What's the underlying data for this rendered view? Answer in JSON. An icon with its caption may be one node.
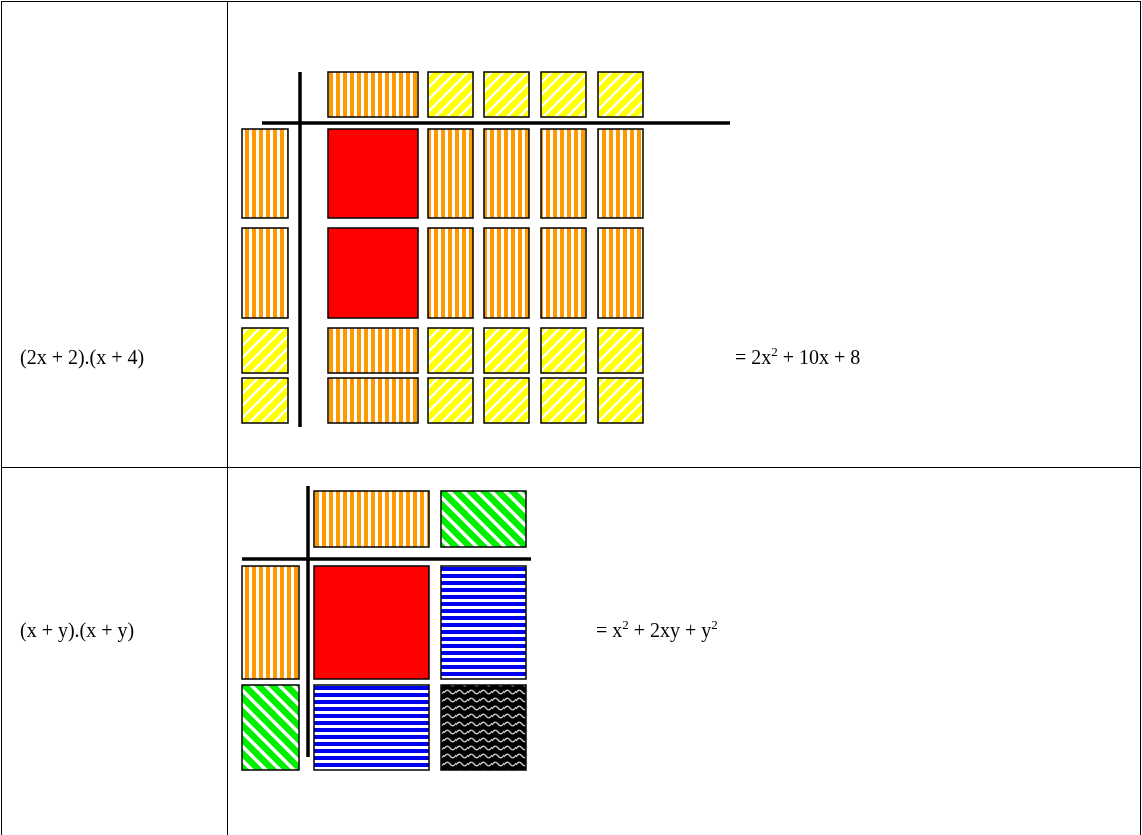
{
  "diagram": {
    "labels": [
      "(2x + 2).(x + 4)",
      "= 2x$^{2}$ + 10x + 8",
      "(x + y).(x + y)",
      "= x$^{2}$ + 2xy + y$^{2}$"
    ]
  }
}
